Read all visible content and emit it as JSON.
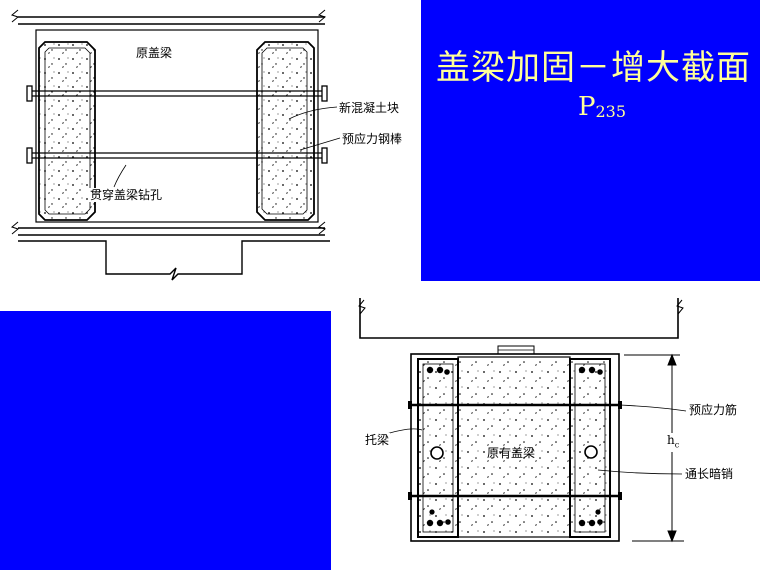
{
  "title": {
    "main": "盖梁加固－增大截面 2",
    "sub_main": "P",
    "sub_index": "235"
  },
  "top_diagram": {
    "original_beam_label": "原盖梁",
    "new_concrete_label": "新混凝土块",
    "prestress_bar_label": "预应力钢棒",
    "drill_hole_label": "贯穿盖梁钻孔"
  },
  "bottom_diagram": {
    "original_beam_label": "原有盖梁",
    "support_beam_label": "托梁",
    "prestress_rebar_label": "预应力筋",
    "height_label": "h",
    "height_sub": "c",
    "dowel_label": "通长暗销"
  },
  "colors": {
    "panel_blue": "#0000ff",
    "title_yellow": "#ffff99"
  }
}
